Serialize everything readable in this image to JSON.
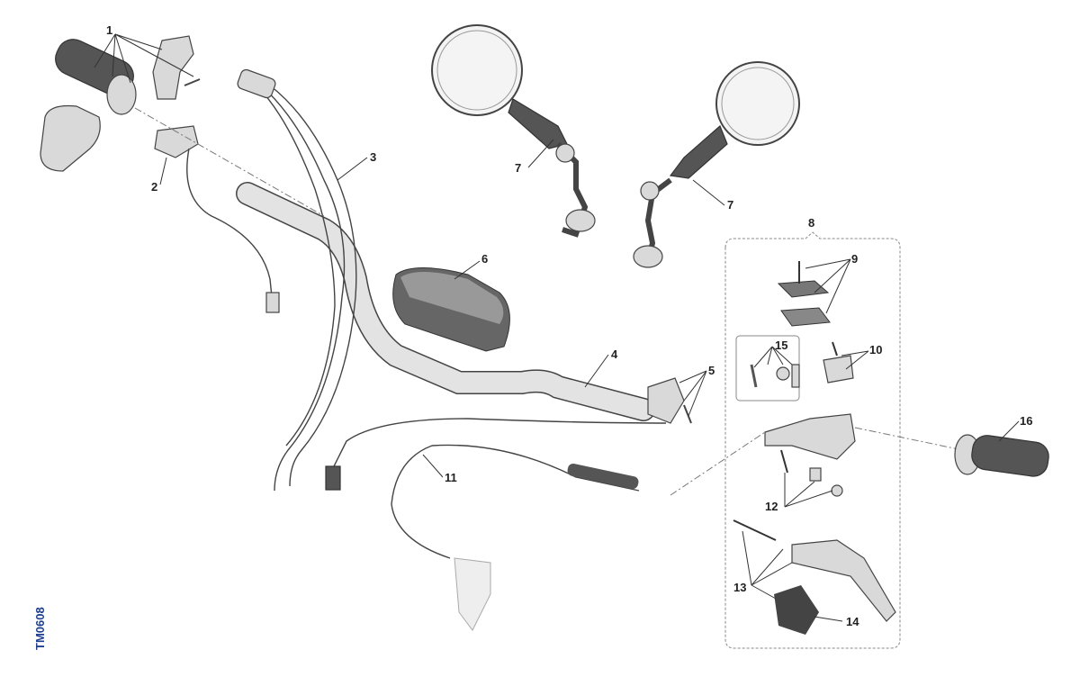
{
  "diagram_code": "TM0608",
  "callouts": {
    "c1": "1",
    "c2": "2",
    "c3": "3",
    "c4": "4",
    "c5": "5",
    "c6": "6",
    "c7a": "7",
    "c7b": "7",
    "c8": "8",
    "c9": "9",
    "c10": "10",
    "c11": "11",
    "c12": "12",
    "c13": "13",
    "c14": "14",
    "c15": "15",
    "c16": "16"
  }
}
